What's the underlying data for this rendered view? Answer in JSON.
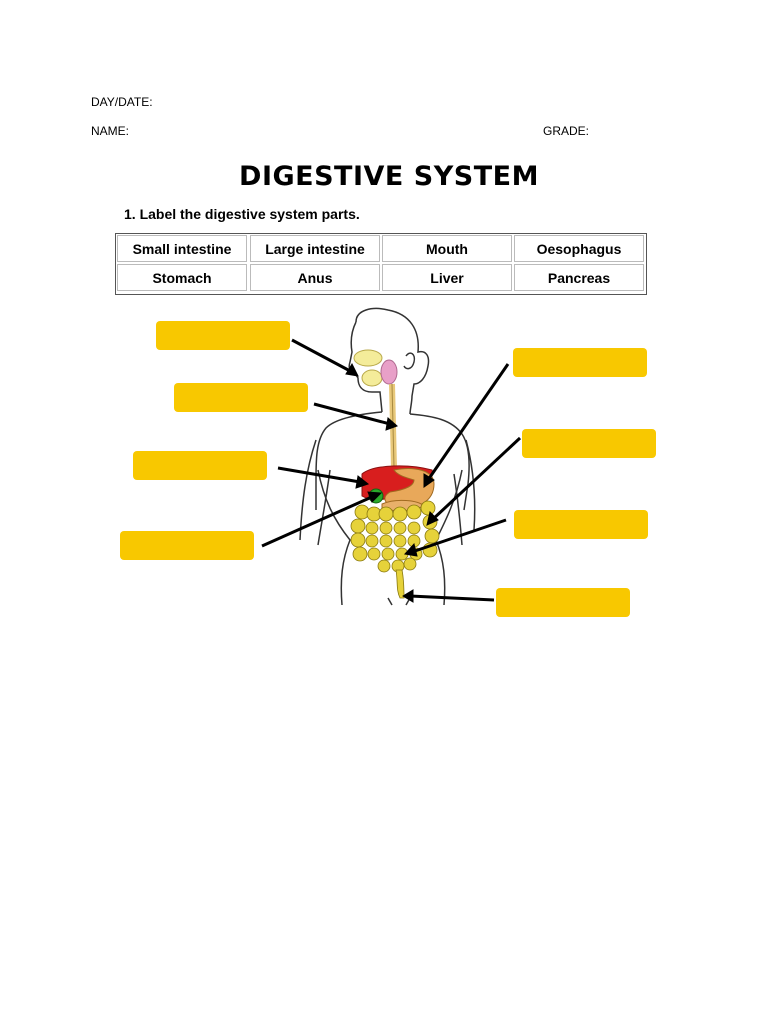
{
  "header": {
    "day_date": "DAY/DATE:",
    "name": "NAME:",
    "grade": "GRADE:"
  },
  "title": "DIGESTIVE SYSTEM",
  "instruction": "1.  Label the digestive system parts.",
  "word_bank": [
    [
      "Small intestine",
      "Large intestine",
      "Mouth",
      "Oesophagus"
    ],
    [
      "Stomach",
      "Anus",
      "Liver",
      "Pancreas"
    ]
  ],
  "colors": {
    "label_box": "#f8c800",
    "liver": "#d81e1e",
    "stomach": "#e8a85a",
    "gallbladder": "#2aa82a",
    "intestine": "#e6d23a",
    "tongue": "#e8a0c8",
    "nasal": "#f4ec9a"
  }
}
